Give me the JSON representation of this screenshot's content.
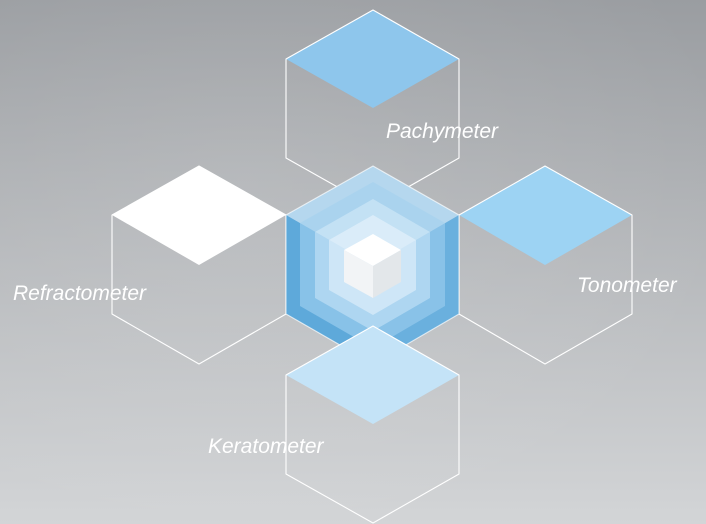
{
  "diagram": {
    "labels": {
      "pachymeter": "Pachymeter",
      "refractometer": "Refractometer",
      "tonometer": "Tonometer",
      "keratometer": "Keratometer"
    }
  },
  "colors": {
    "background_top": "#9a9da1",
    "background_bottom": "#d3d5d7",
    "outline": "#ffffff",
    "pachymeter_top": "#8ec6ec",
    "tonometer_top": "#9dd3f3",
    "keratometer_top": "#c4e3f7",
    "refractometer_top": "#ffffff",
    "center_face_outer": "#5ea9da",
    "center_face_right": "#6cb2de",
    "center_ring_1": "#8dc4e9",
    "center_ring_2": "#b2d8f2",
    "center_ring_3": "#d2e8f7",
    "center_top": "#cfe5f5",
    "core_cube": "#f2f4f6"
  }
}
